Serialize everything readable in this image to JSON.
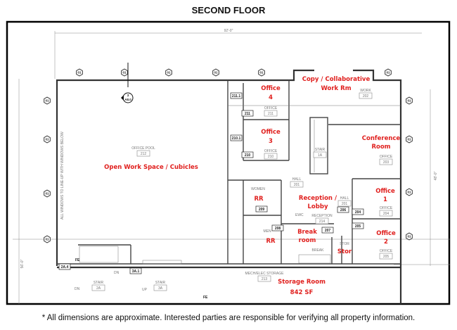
{
  "title": "SECOND FLOOR",
  "footnote": "* All dimensions are approximate. Interested parties are responsible for verifying all property information.",
  "colors": {
    "label_red": "#e0201e",
    "frame": "#000000"
  },
  "dimensions": {
    "width": "92'-0\"",
    "right_depth": "48'-0\"",
    "left_depth": "56'-0\""
  },
  "window_note": "ALL WINDOWS TO LINE-UP WITH WINDOWS BELOW",
  "window_tag": "01",
  "section_marker": {
    "num": "3",
    "sheet": "A8.0"
  },
  "space_labels": {
    "open_work": "Open Work Space / Cubicles",
    "office4_a": "Office",
    "office4_b": "4",
    "office3_a": "Office",
    "office3_b": "3",
    "copy_a": "Copy / Collaborative",
    "copy_b": "Work Rm",
    "conf_a": "Conference",
    "conf_b": "Room",
    "office1_a": "Office",
    "office1_b": "1",
    "office2_a": "Office",
    "office2_b": "2",
    "reception_a": "Reception /",
    "reception_b": "Lobby",
    "break_a": "Break",
    "break_b": "room",
    "stor": "Stor",
    "rr_women": "RR",
    "rr_men": "RR",
    "storage_a": "Storage Room",
    "storage_b": "842 SF"
  },
  "room_tags": [
    {
      "name": "OFFICE POOL",
      "num": "212"
    },
    {
      "name": "OFFICE",
      "num": "211"
    },
    {
      "name": "OFFICE",
      "num": "210"
    },
    {
      "name": "WORK",
      "num": "202"
    },
    {
      "name": "STAIR",
      "num": "1A"
    },
    {
      "name": "HALL",
      "num": "201"
    },
    {
      "name": "HALL",
      "num": "201"
    },
    {
      "name": "OFFICE",
      "num": "203"
    },
    {
      "name": "OFFICE",
      "num": "204"
    },
    {
      "name": "OFFICE",
      "num": "205"
    },
    {
      "name": "RECEPTION",
      "num": "214"
    },
    {
      "name": "WOMEN",
      "num": ""
    },
    {
      "name": "MEN",
      "num": ""
    },
    {
      "name": "BREAK",
      "num": ""
    },
    {
      "name": "STOR",
      "num": ""
    },
    {
      "name": "MECH/ELEC STORAGE",
      "num": "213"
    },
    {
      "name": "STAIR",
      "num": "2A"
    },
    {
      "name": "STAIR",
      "num": "3A"
    }
  ],
  "door_tags": [
    "211.1",
    "211",
    "210.1",
    "210",
    "209",
    "208",
    "207",
    "206",
    "204",
    "205",
    "2A.4",
    "3A.1"
  ],
  "misc": {
    "dwc": "EWC",
    "fe": "FE",
    "dn": "DN",
    "up": "UP"
  }
}
